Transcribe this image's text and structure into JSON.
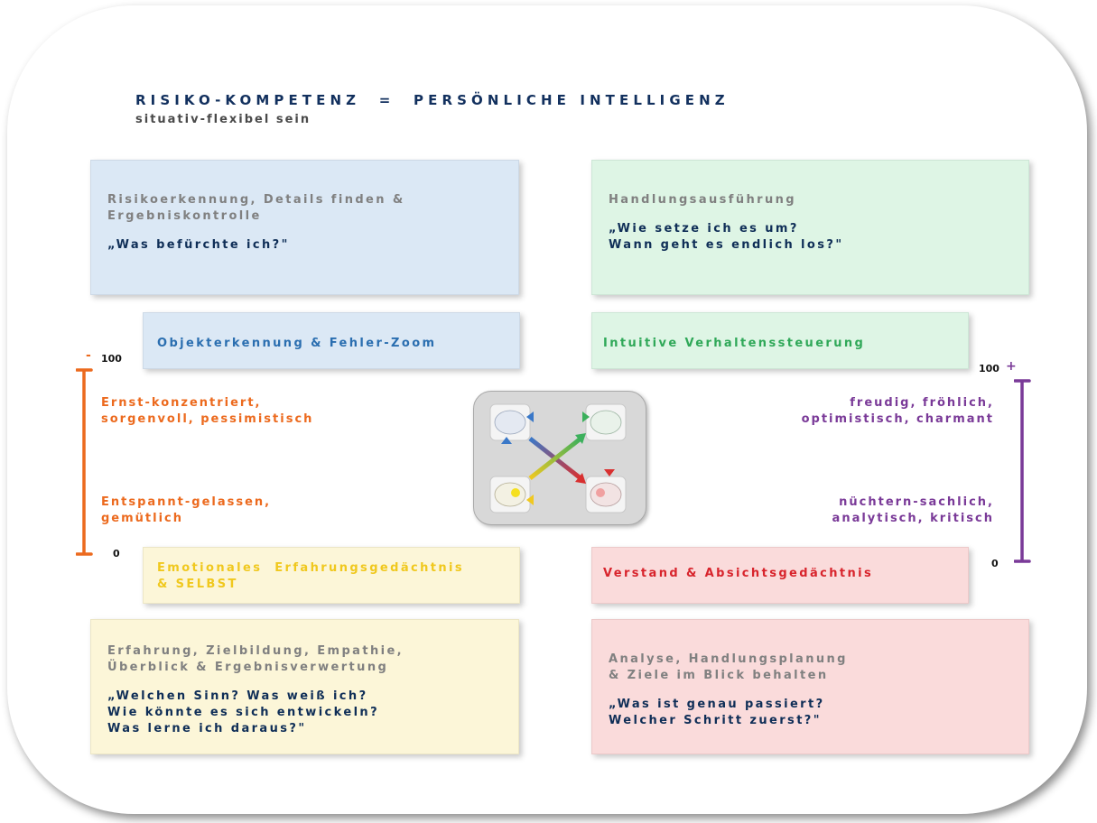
{
  "title": {
    "main": "RISIKO-KOMPETENZ  =  PERSÖNLICHE INTELLIGENZ",
    "subtitle": "situativ-flexibel sein"
  },
  "quadrants": {
    "top_left": {
      "label": "Risikoerkennung, Details finden &\nErgebniskontrolle",
      "question": "„Was befürchte ich?\""
    },
    "top_right": {
      "label": "Handlungsausführung",
      "question": "„Wie setze ich es um?\nWann geht es endlich los?\""
    },
    "bottom_left": {
      "label": "Erfahrung, Zielbildung, Empathie,\nÜberblick & Ergebnisverwertung",
      "question": "„Welchen Sinn? Was weiß ich?\nWie könnte es sich entwickeln?\nWas lerne ich daraus?\""
    },
    "bottom_right": {
      "label": "Analyse, Handlungsplanung\n& Ziele im Blick behalten",
      "question": "„Was ist genau passiert?\nWelcher Schritt zuerst?\""
    }
  },
  "strips": {
    "top_left": "Objekterkennung & Fehler-Zoom",
    "top_right": "Intuitive Verhaltenssteuerung",
    "bottom_left": "Emotionales  Erfahrungsgedächtnis\n& SELBST",
    "bottom_right": "Verstand & Absichtsgedächtnis"
  },
  "left_scale": {
    "sign": "-",
    "max": "100",
    "min": "0",
    "high_label": "Ernst-konzentriert,\nsorgenvoll, pessimistisch",
    "low_label": "Entspannt-gelassen,\ngemütlich",
    "color": "#ec6a1e"
  },
  "right_scale": {
    "sign": "+",
    "max": "100",
    "min": "0",
    "high_label": "freudig, fröhlich,\noptimistisch, charmant",
    "low_label": "nüchtern-sachlich,\nanalytisch, kritisch",
    "color": "#7a3a98"
  },
  "colors": {
    "title": "#12305e",
    "blue_box": "#dbe8f5",
    "green_box": "#def5e5",
    "yellow_box": "#fcf6d8",
    "red_box": "#fadbdb"
  }
}
